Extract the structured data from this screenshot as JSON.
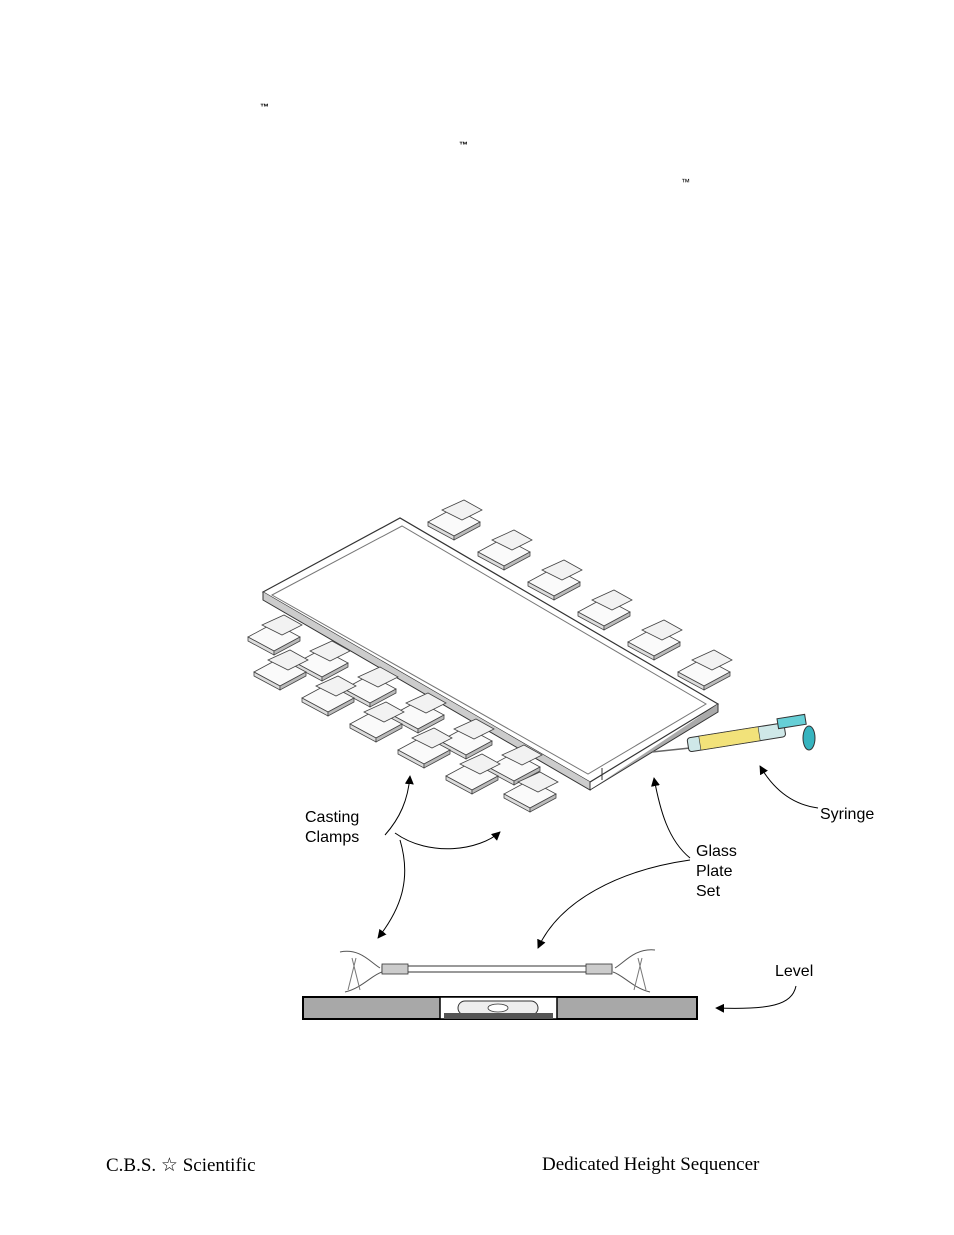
{
  "trademarks": [
    "™",
    "™",
    "™"
  ],
  "figure": {
    "labels": {
      "casting_clamps_line1": "Casting",
      "casting_clamps_line2": "Clamps",
      "syringe": "Syringe",
      "glass_plate_line1": "Glass",
      "glass_plate_line2": "Plate",
      "glass_plate_line3": "Set",
      "level": "Level"
    }
  },
  "footer": {
    "left": "C.B.S. ☆ Scientific",
    "right": "Dedicated Height Sequencer"
  }
}
